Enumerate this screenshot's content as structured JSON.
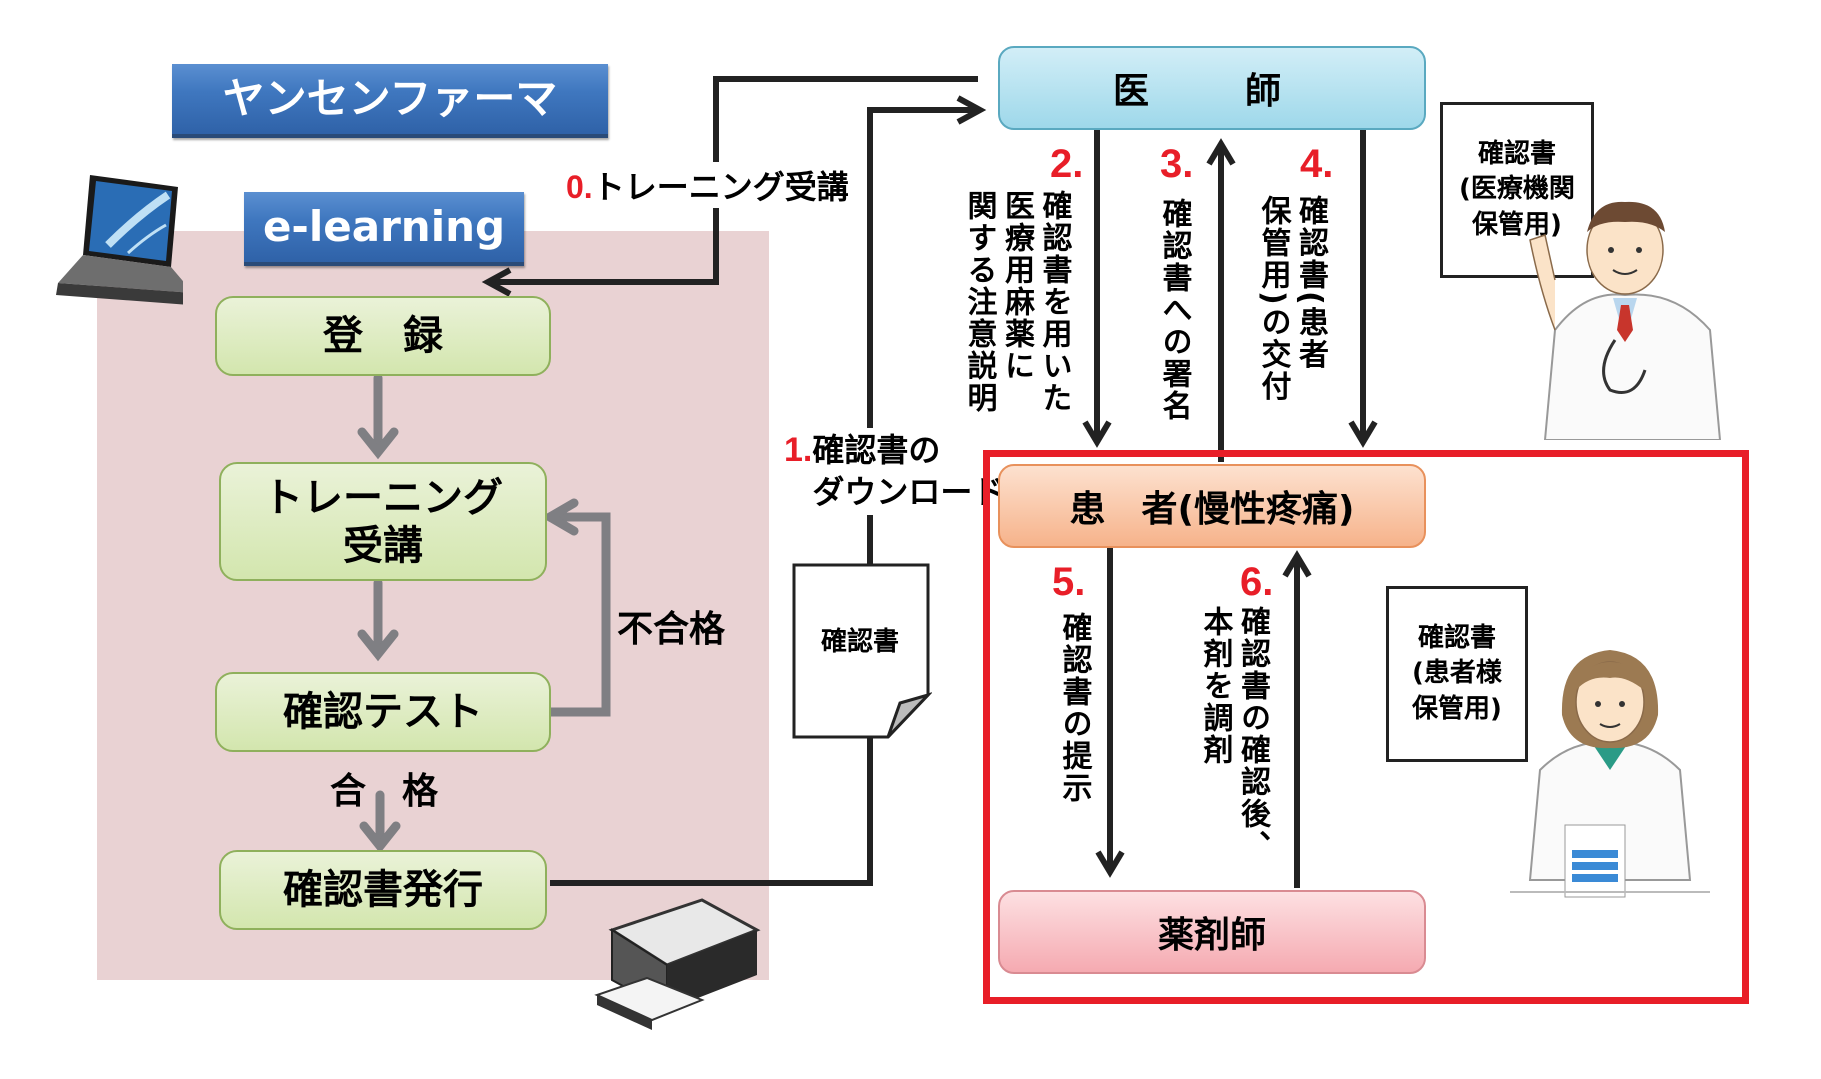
{
  "header": {
    "company_label": "ヤンセンファーマ",
    "elearning_label": "e-learning"
  },
  "elearning_flow": {
    "steps": [
      {
        "label": "登　録"
      },
      {
        "label": "トレーニング\n受講"
      },
      {
        "label": "確認テスト"
      },
      {
        "label": "確認書発行"
      }
    ],
    "fail_label": "不合格",
    "pass_label": "合　格"
  },
  "actions": [
    {
      "num": "0.",
      "text": "トレーニング受講"
    },
    {
      "num": "1.",
      "text": "確認書の\nダウンロード"
    },
    {
      "num": "2.",
      "text": "確認書を用いた\n医療用麻薬に\n関する注意説明"
    },
    {
      "num": "3.",
      "text": "確認書への署名"
    },
    {
      "num": "4.",
      "text": "確認書(患者\n保管用)の交付"
    },
    {
      "num": "5.",
      "text": "確認書の提示"
    },
    {
      "num": "6.",
      "text": "確認書の確認後、\n本剤を調剤"
    }
  ],
  "roles": {
    "doctor": "医　師",
    "patient": "患　者(慢性疼痛)",
    "pharmacist": "薬剤師"
  },
  "documents": {
    "downloaded_sheet": "確認書",
    "doctor_note": "確認書\n(医療機関\n保管用)",
    "pharmacist_note": "確認書\n(患者様\n保管用)"
  },
  "icons": {
    "laptop": "laptop-icon",
    "printer": "printer-icon",
    "doctor": "doctor-illustration",
    "pharmacist": "pharmacist-illustration"
  },
  "colors": {
    "accent_red": "#e81e28",
    "header_blue": "#3f77bf",
    "panel_pink": "#e9d2d3",
    "step_green": "#d3e6ae",
    "doctor_blue": "#9ed8ea",
    "patient_orange": "#f6b38b",
    "pharmacist_pink": "#f5aab1",
    "flow_gray": "#7f7f83"
  }
}
